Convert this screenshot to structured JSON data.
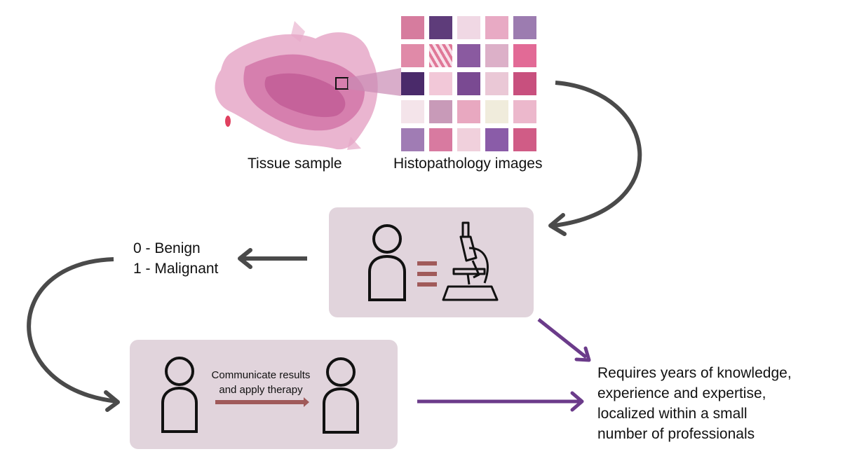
{
  "labels": {
    "tissue_sample": "Tissue sample",
    "histo_images": "Histopathology images",
    "class_benign": "0 - Benign",
    "class_malignant": "1 - Malignant",
    "communicate_line1": "Communicate results",
    "communicate_line2": "and apply therapy",
    "conclusion_lines": [
      "Requires years of knowledge,",
      "experience and expertise,",
      "localized within a small",
      "number of professionals"
    ]
  },
  "colors": {
    "box_fill": "#e1d4dc",
    "arrow_gray": "#4a4a4a",
    "arrow_purple": "#6b3b8a",
    "handoff_arrow": "#a05a5a",
    "tissue_pink": "#d98bb5"
  },
  "icons": [
    "pathologist-icon",
    "microscope-icon",
    "doctor-icon",
    "patient-icon"
  ]
}
